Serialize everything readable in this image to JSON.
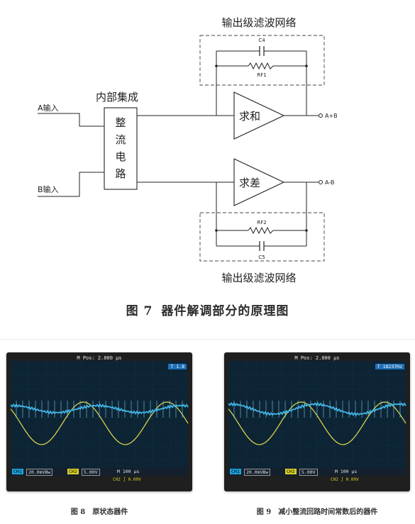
{
  "figure7": {
    "top_filter_label": "输出级滤波网络",
    "bottom_filter_label": "输出级滤波网络",
    "integrated_label": "内部集成",
    "rectifier_chars": [
      "整",
      "流",
      "电",
      "路"
    ],
    "input_a": "A输入",
    "input_b": "B输入",
    "sum_label": "求和",
    "diff_label": "求差",
    "output_sum": "A+B",
    "output_diff": "A-B",
    "cap_top": "C4",
    "res_top": "RF1",
    "res_bottom": "RF2",
    "cap_bottom": "C5",
    "caption_num": "图 7",
    "caption_text": "器件解调部分的原理图"
  },
  "scope_left": {
    "mpos": "M Pos: 2.000 μs",
    "trigger": "T 1.8",
    "ch1": "CH1",
    "ch1_scale": "20.0mVBw",
    "ch2": "CH2",
    "ch2_scale": "5.00V",
    "time": "M 100 μs",
    "bottom": "CH2 ∫ 0.00V"
  },
  "scope_right": {
    "mpos": "M Pos: 2.000 μs",
    "trigger": "T 18237Hz",
    "ch1": "CH1",
    "ch1_scale": "20.0mVBw",
    "ch2": "CH2",
    "ch2_scale": "5.00V",
    "time": "M 100 μs",
    "bottom": "CH2 ∫ 0.00V"
  },
  "figure8": {
    "num": "图 8",
    "text": "原状态器件"
  },
  "figure9": {
    "num": "图 9",
    "text": "减小整流回路时间常数后的器件"
  },
  "colors": {
    "ch1_trace": "#3fb6e8",
    "ch2_trace": "#d9d24a",
    "screen": "#0d2435"
  }
}
